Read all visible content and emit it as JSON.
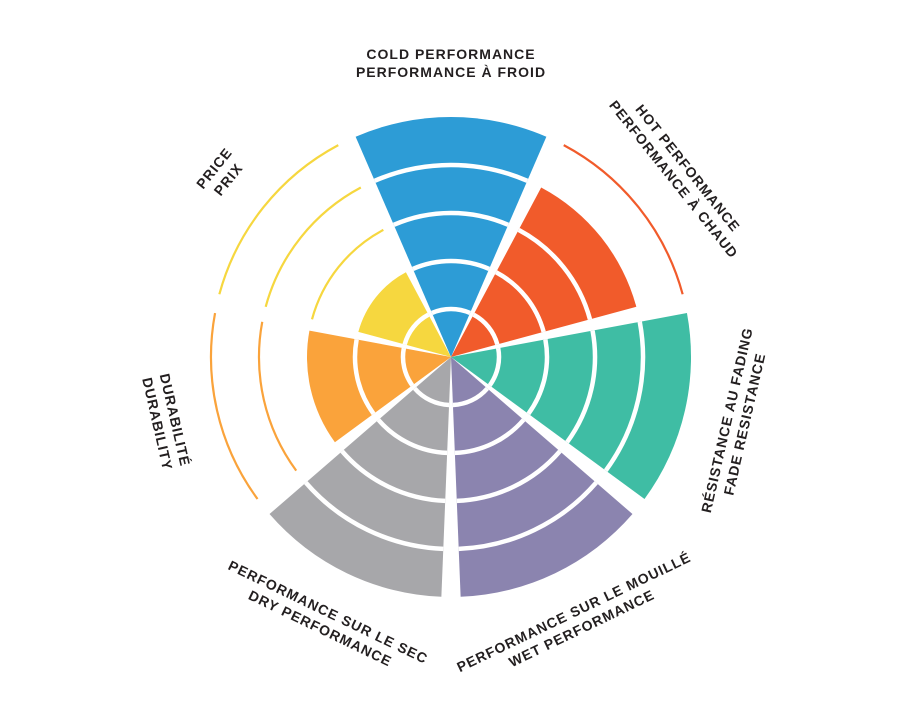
{
  "chart_data": {
    "type": "polar-wedge",
    "title": "",
    "rings": 5,
    "max_value": 5,
    "start_angle_deg": -90,
    "direction": "clockwise",
    "sector_gap_deg": 4.6,
    "background_color": "#ffffff",
    "label_color": "#231f20",
    "ring_divider_color": "#ffffff",
    "categories": [
      {
        "id": "cold-performance",
        "lines": [
          "COLD PERFORMANCE",
          "PERFORMANCE À FROID"
        ],
        "value": 5,
        "color": "#2D9CD6"
      },
      {
        "id": "hot-performance",
        "lines": [
          "HOT PERFORMANCE",
          "PERFORMANCE À CHAUD"
        ],
        "value": 4,
        "color": "#F15B2B"
      },
      {
        "id": "fade-resistance",
        "lines": [
          "RÉSISTANCE AU FADING",
          "FADE RESISTANCE"
        ],
        "value": 5,
        "color": "#3FBDA4"
      },
      {
        "id": "wet-performance",
        "lines": [
          "PERFORMANCE SUR LE MOUILLÉ",
          "WET PERFORMANCE"
        ],
        "value": 5,
        "color": "#8B84AF"
      },
      {
        "id": "dry-performance",
        "lines": [
          "PERFORMANCE SUR LE SEC",
          "DRY PERFORMANCE"
        ],
        "value": 5,
        "color": "#A7A7AA"
      },
      {
        "id": "durability",
        "lines": [
          "DURABILITÉ",
          "DURABILITY"
        ],
        "value": 3,
        "color": "#FAA33B"
      },
      {
        "id": "price",
        "lines": [
          "PRICE",
          "PRIX"
        ],
        "value": 2,
        "color": "#F6D73F"
      }
    ]
  }
}
